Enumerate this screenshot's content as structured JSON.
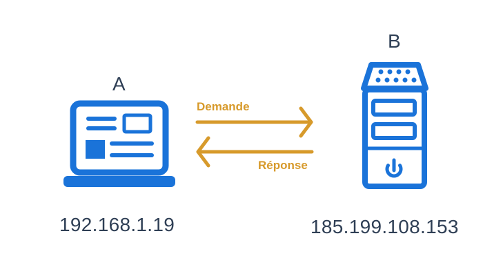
{
  "colors": {
    "device_blue": "#1a73d9",
    "arrow_gold": "#d79a2b",
    "text_dark": "#2f3f55"
  },
  "client": {
    "letter": "A",
    "ip": "192.168.1.19",
    "icon": "laptop-icon"
  },
  "server": {
    "letter": "B",
    "ip": "185.199.108.153",
    "icon": "server-tower-icon"
  },
  "arrows": {
    "request_label": "Demande",
    "response_label": "Réponse"
  }
}
